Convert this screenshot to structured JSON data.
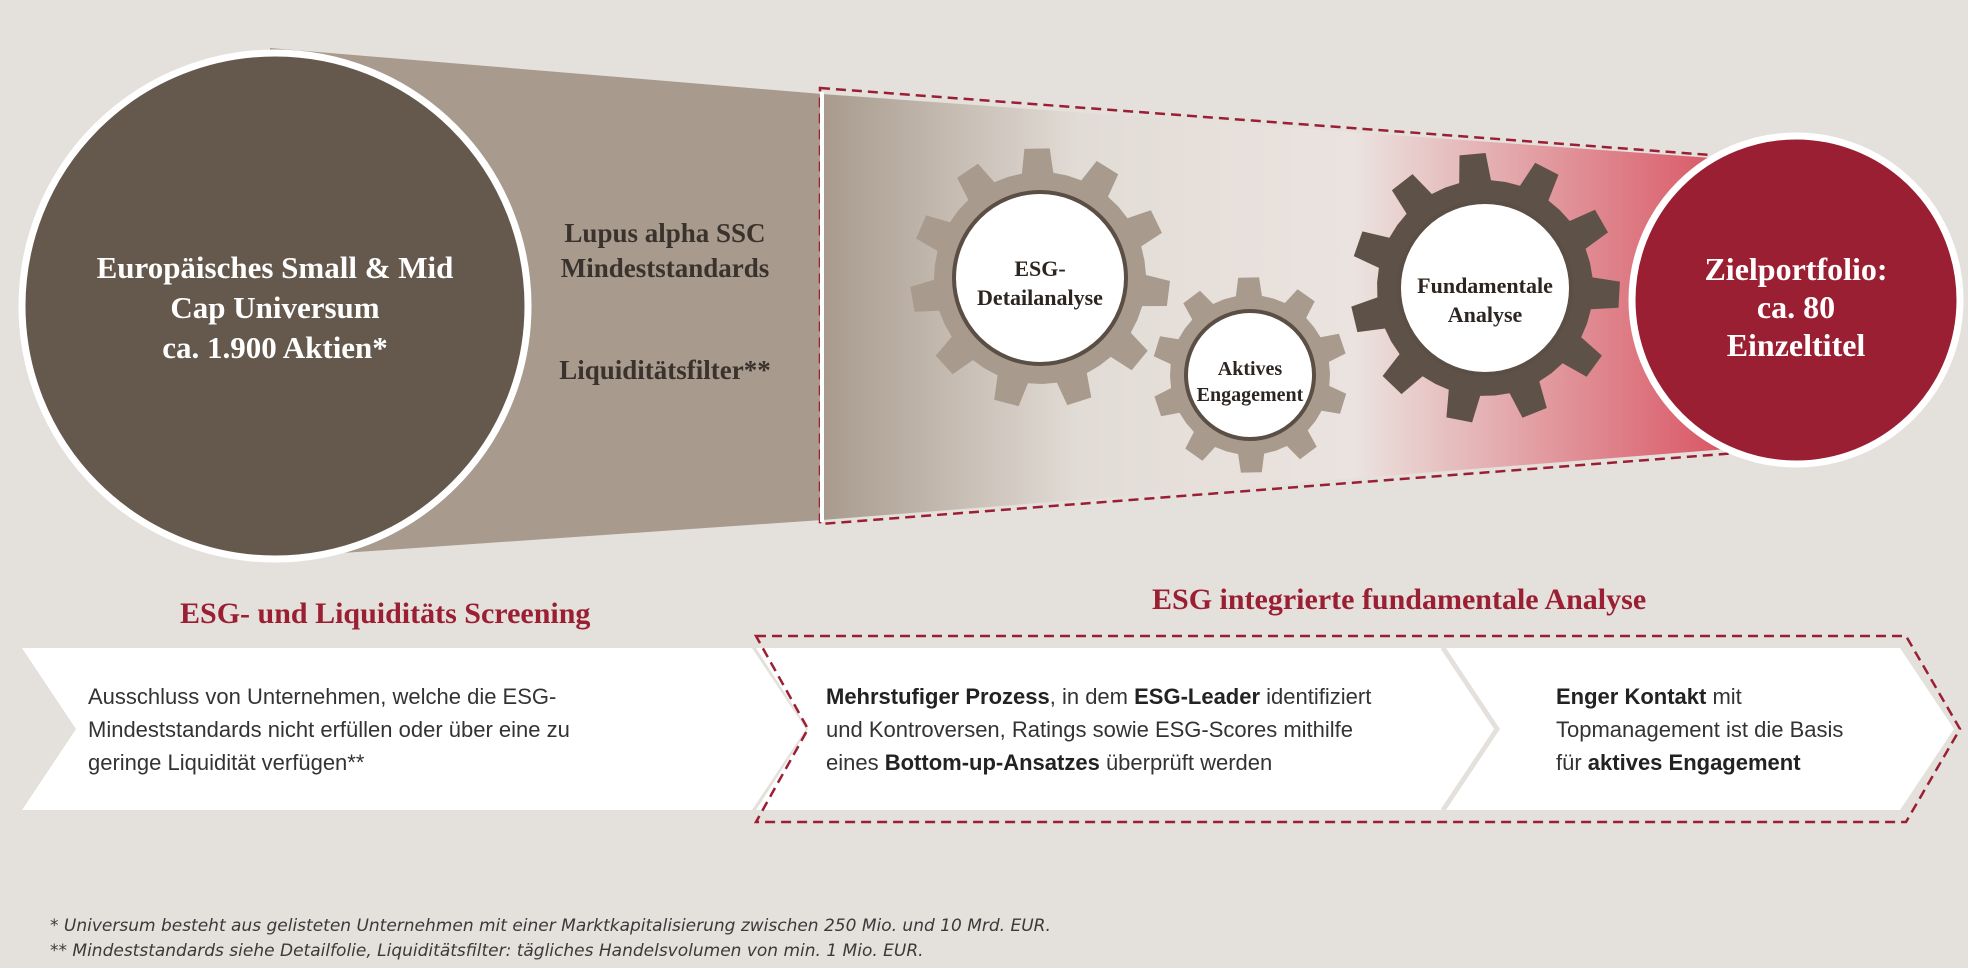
{
  "universe": {
    "line1": "Europäisches Small & Mid",
    "line2": "Cap Universum",
    "line3": "ca. 1.900 Aktien*"
  },
  "filters": {
    "standards_line1": "Lupus alpha SSC",
    "standards_line2": "Mindeststandards",
    "liquidity": "Liquiditätsfilter**"
  },
  "gears": {
    "esg_line1": "ESG-",
    "esg_line2": "Detailanalyse",
    "engagement_line1": "Aktives",
    "engagement_line2": "Engagement",
    "fundamental_line1": "Fundamentale",
    "fundamental_line2": "Analyse"
  },
  "target": {
    "line1": "Zielportfolio:",
    "line2": "ca. 80",
    "line3": "Einzeltitel"
  },
  "sections": {
    "screening_heading": "ESG- und Liquiditäts Screening",
    "analysis_heading": "ESG integrierte fundamentale Analyse"
  },
  "steps": {
    "step1": {
      "line1": "Ausschluss von Unternehmen, welche die ESG-",
      "line2": "Mindeststandards nicht erfüllen oder über eine zu",
      "line3": "geringe Liquidität verfügen**"
    },
    "step2": {
      "bold1": "Mehrstufiger Prozess",
      "text1": ", in dem ",
      "bold2": "ESG-Leader",
      "text2": " identifiziert",
      "line2": "und Kontroversen, Ratings sowie ESG-Scores mithilfe",
      "text3": "eines ",
      "bold3": "Bottom-up-Ansatzes",
      "text4": " überprüft werden"
    },
    "step3": {
      "bold1": "Enger Kontakt",
      "text1": " mit",
      "line2": "Topmanagement ist die Basis",
      "text2": "für ",
      "bold2": "aktives Engagement"
    }
  },
  "footnotes": {
    "note1": "*   Universum besteht aus gelisteten Unternehmen mit einer Marktkapitalisierung zwischen 250 Mio. und 10 Mrd. EUR.",
    "note2": "**  Mindeststandards siehe Detailfolie, Liquiditätsfilter: tägliches Handelsvolumen von min. 1 Mio. EUR."
  },
  "colors": {
    "background": "#e4e0dc",
    "universe_circle": "#65584c",
    "funnel_taupe": "#a89a8d",
    "gear_light": "#a89a8d",
    "gear_dark": "#5e5248",
    "accent_red": "#9b1f33"
  }
}
